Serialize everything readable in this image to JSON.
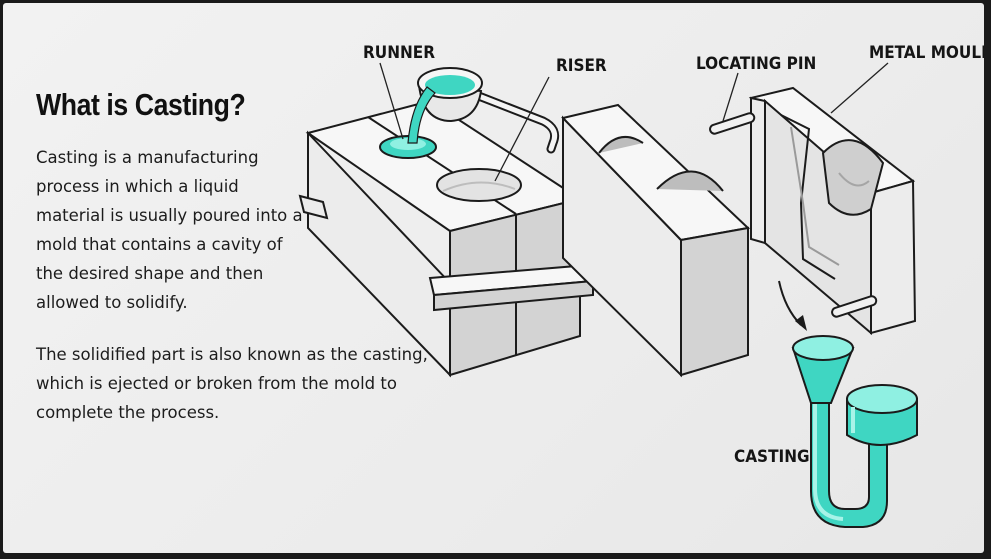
{
  "heading": "What is Casting?",
  "paragraph_1": "Casting is a manufacturing process in which a liquid material is usually poured into a mold that contains a cavity of the desired shape and then allowed to solidify.",
  "paragraph_2": "The solidified part is also known as the casting, which is ejected or broken from the mold to complete the process.",
  "labels": {
    "runner": "RUNNER",
    "riser": "RISER",
    "locating_pin": "LOCATING PIN",
    "metal_mould": "METAL MOULD",
    "casting": "CASTING"
  },
  "colors": {
    "molten_metal": "#3fd6c2",
    "molten_metal_dark": "#22b3a0",
    "mould": "#d3d3d3",
    "outline": "#1b1b1b"
  }
}
